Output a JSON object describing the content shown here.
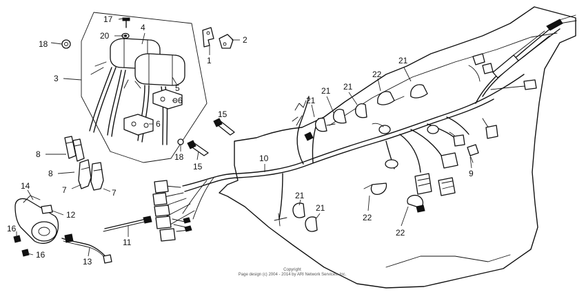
{
  "callouts": {
    "c1": "1",
    "c2": "2",
    "c3": "3",
    "c4": "4",
    "c5": "5",
    "c6a": "6",
    "c6b": "6",
    "c7a": "7",
    "c7b": "7",
    "c8a": "8",
    "c8b": "8",
    "c9": "9",
    "c10": "10",
    "c11": "11",
    "c12": "12",
    "c13": "13",
    "c14": "14",
    "c15a": "15",
    "c15b": "15",
    "c16a": "16",
    "c16b": "16",
    "c17": "17",
    "c18a": "18",
    "c18b": "18",
    "c20": "20",
    "c21a": "21",
    "c21b": "21",
    "c21c": "21",
    "c21d": "21",
    "c21e": "21",
    "c21f": "21",
    "c22a": "22",
    "c22b": "22",
    "c22c": "22"
  },
  "copyright": {
    "line1": "Copyright",
    "line2": "Page design (c) 2004 - 2014 by ARI Network Services, Inc."
  }
}
